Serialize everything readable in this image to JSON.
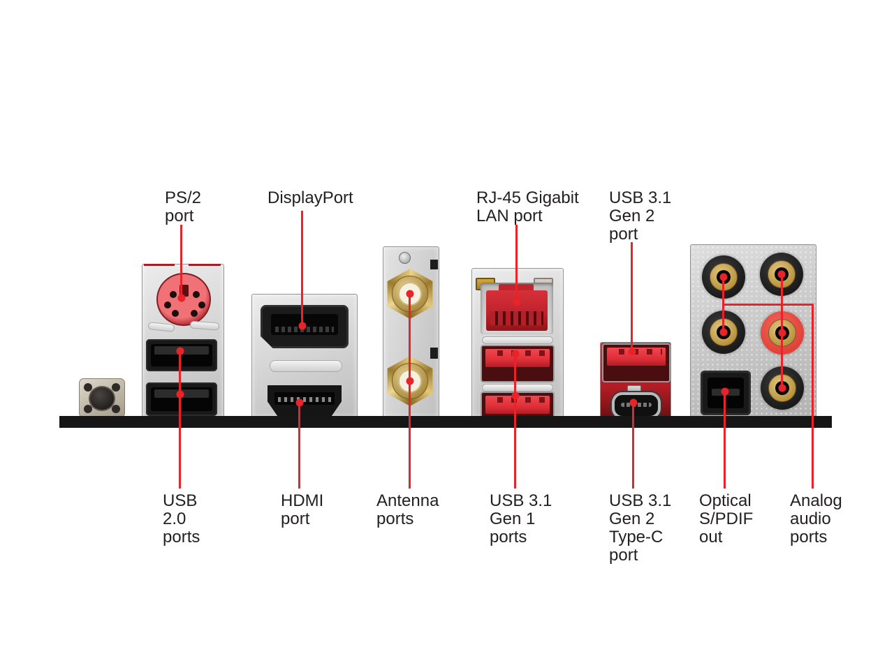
{
  "diagram": {
    "type": "motherboard-rear-io-panel",
    "background": "#ffffff"
  },
  "colors": {
    "callout_red": "#e8232a",
    "label_text": "#231f20",
    "board_edge_black": "#161616",
    "port_red": "#d92b33",
    "metal_light": "#ececec",
    "metal_dark": "#bdbdbd",
    "antenna_gold": "#c3a04a"
  },
  "labels": {
    "ps2": {
      "text": "PS/2\nport"
    },
    "displayport": {
      "text": "DisplayPort"
    },
    "lan": {
      "text": "RJ-45 Gigabit\nLAN port"
    },
    "usb31_gen2": {
      "text": "USB 3.1\nGen 2\nport"
    },
    "usb20": {
      "text": "USB\n2.0\nports"
    },
    "hdmi": {
      "text": "HDMI\nport"
    },
    "antenna": {
      "text": "Antenna\nports"
    },
    "usb31_gen1": {
      "text": "USB 3.1\nGen 1\nports"
    },
    "usb31_gen2_typec": {
      "text": "USB 3.1\nGen 2\nType-C\nport"
    },
    "optical": {
      "text": "Optical\nS/PDIF\nout"
    },
    "analog": {
      "text": "Analog\naudio\nports"
    }
  },
  "hardware": [
    {
      "name": "clear-cmos-button",
      "count": 1
    },
    {
      "name": "ps2-port",
      "count": 1
    },
    {
      "name": "usb-2-0-ports",
      "count": 2
    },
    {
      "name": "displayport",
      "count": 1
    },
    {
      "name": "hdmi-port",
      "count": 1
    },
    {
      "name": "antenna-ports",
      "count": 2
    },
    {
      "name": "rj45-gigabit-lan-port",
      "count": 1
    },
    {
      "name": "usb-3-1-gen1-ports",
      "count": 2
    },
    {
      "name": "usb-3-1-gen2-port",
      "count": 1
    },
    {
      "name": "usb-3-1-gen2-type-c-port",
      "count": 1
    },
    {
      "name": "optical-spdif-out",
      "count": 1
    },
    {
      "name": "analog-audio-jacks",
      "count": 5
    }
  ]
}
